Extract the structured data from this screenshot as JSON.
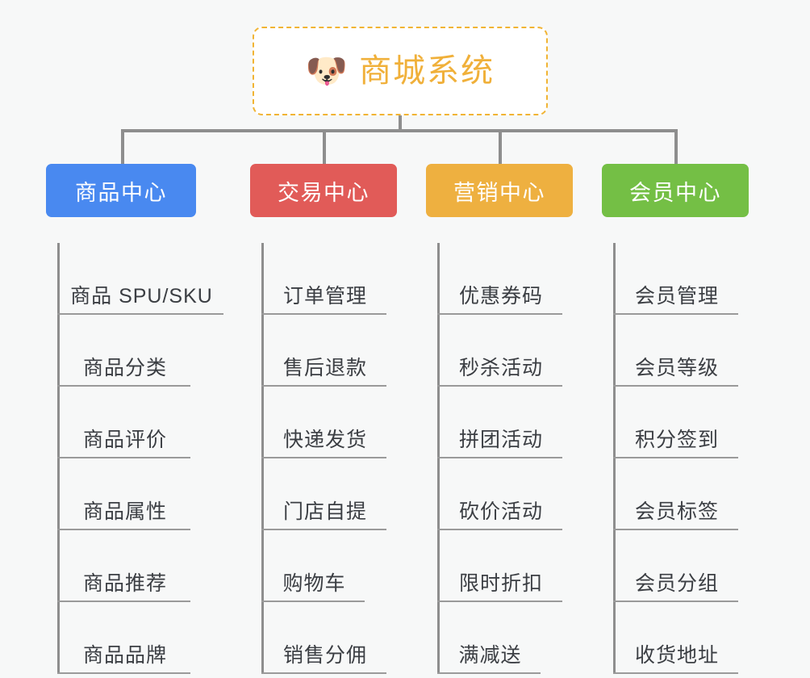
{
  "page": {
    "background_color": "#f7f8f8",
    "line_color": "#8e8e8e"
  },
  "root": {
    "icon": "shiba-dog-face-icon",
    "icon_glyph": "🐶",
    "title": "商城系统",
    "text_color": "#f0b03a",
    "border_color": "#f1b434",
    "background_color": "#ffffff"
  },
  "columns": [
    {
      "title": "商品中心",
      "color": "#4989f0",
      "items": [
        "商品 SPU/SKU",
        "商品分类",
        "商品评价",
        "商品属性",
        "商品推荐",
        "商品品牌"
      ]
    },
    {
      "title": "交易中心",
      "color": "#e15b58",
      "items": [
        "订单管理",
        "售后退款",
        "快递发货",
        "门店自提",
        "购物车",
        "销售分佣"
      ]
    },
    {
      "title": "营销中心",
      "color": "#eeb040",
      "items": [
        "优惠券码",
        "秒杀活动",
        "拼团活动",
        "砍价活动",
        "限时折扣",
        "满减送"
      ]
    },
    {
      "title": "会员中心",
      "color": "#74bf45",
      "items": [
        "会员管理",
        "会员等级",
        "积分签到",
        "会员标签",
        "会员分组",
        "收货地址"
      ]
    }
  ]
}
